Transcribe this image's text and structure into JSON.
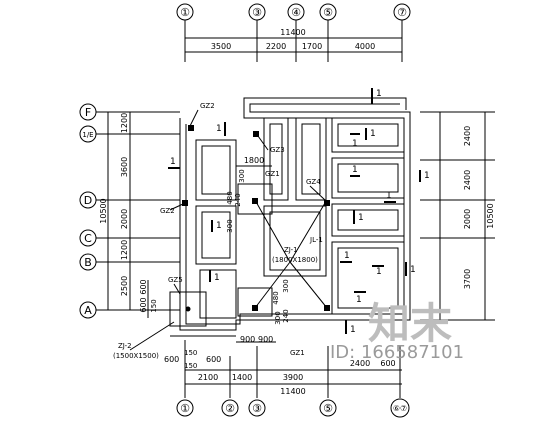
{
  "axes_top": [
    "①",
    "③",
    "④",
    "⑤",
    "⑦"
  ],
  "axes_bottom": [
    "①",
    "②",
    "③",
    "⑤",
    "⑥⑦"
  ],
  "axes_left": [
    "F",
    "1/E",
    "D",
    "C",
    "B",
    "A"
  ],
  "dims_top_total": "11400",
  "dims_top_parts": [
    "3500",
    "2200",
    "1700",
    "4000"
  ],
  "dims_bottom_total": "11400",
  "dims_bottom_parts": [
    "2100",
    "1400",
    "3900",
    "2400",
    "600"
  ],
  "dims_left_total": "10500",
  "dims_left_parts": [
    "1200",
    "3600",
    "2000",
    "1200",
    "2500"
  ],
  "dims_left_inner": [
    "600",
    "600",
    "150"
  ],
  "dims_right_total": "10500",
  "dims_right_parts": [
    "2400",
    "2400",
    "2000",
    "3700"
  ],
  "bottom_small_dims": [
    "600",
    "150",
    "600",
    "150",
    "900",
    "900"
  ],
  "inner_dims": [
    "1800",
    "300",
    "480",
    "240",
    "300",
    "480",
    "240",
    "300",
    "300"
  ],
  "beam_labels": [
    "GZ2",
    "GZ3",
    "GZ1",
    "GZ4",
    "GZ2",
    "GZ1",
    "GZ5"
  ],
  "footing_labels": {
    "zj1": "ZJ-1",
    "zj1_size": "(1800X1800)",
    "zj2": "ZJ-2",
    "zj2_size": "(1500X1500)",
    "jl1": "JL-1"
  },
  "section_marks": [
    "1",
    "1",
    "1",
    "1",
    "1",
    "1",
    "1",
    "1",
    "1",
    "1",
    "1",
    "1",
    "1",
    "1",
    "1",
    "1"
  ],
  "watermark": {
    "text": "知末",
    "id": "ID: 166587101"
  }
}
